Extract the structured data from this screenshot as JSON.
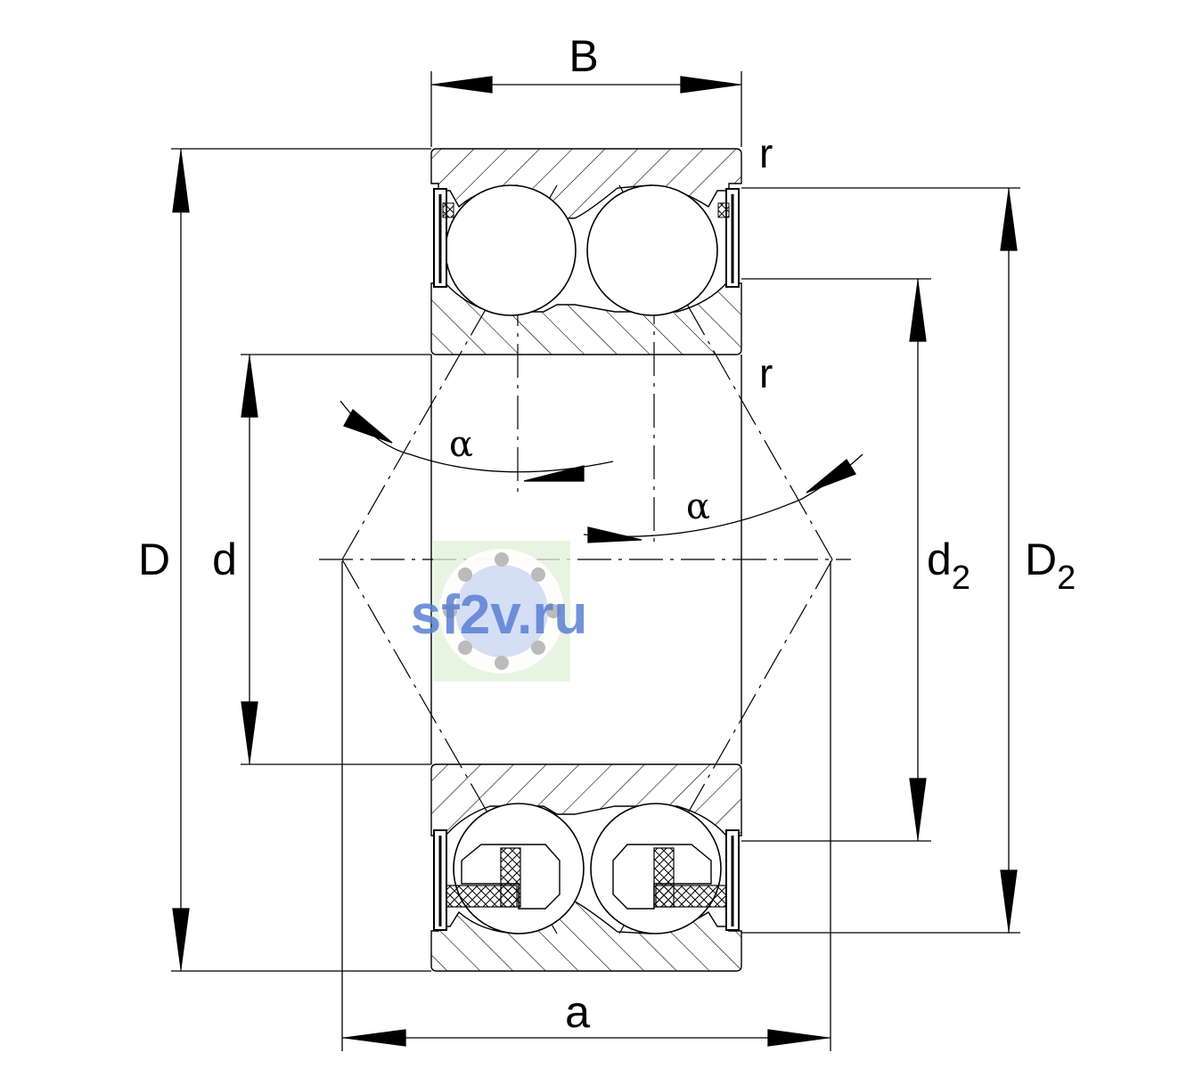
{
  "labels": {
    "B": "B",
    "D": "D",
    "d": "d",
    "d2_main": "d",
    "d2_sub": "2",
    "D2_main": "D",
    "D2_sub": "2",
    "a": "a",
    "r_top": "r",
    "r_inner": "r",
    "alpha_left": "α",
    "alpha_right": "α"
  },
  "watermark": {
    "text": "sf2v.ru",
    "color": "#5b7fd3",
    "bg_color": "#dff0d8"
  },
  "colors": {
    "line": "#000000",
    "hatch": "#000000",
    "background": "#ffffff"
  }
}
